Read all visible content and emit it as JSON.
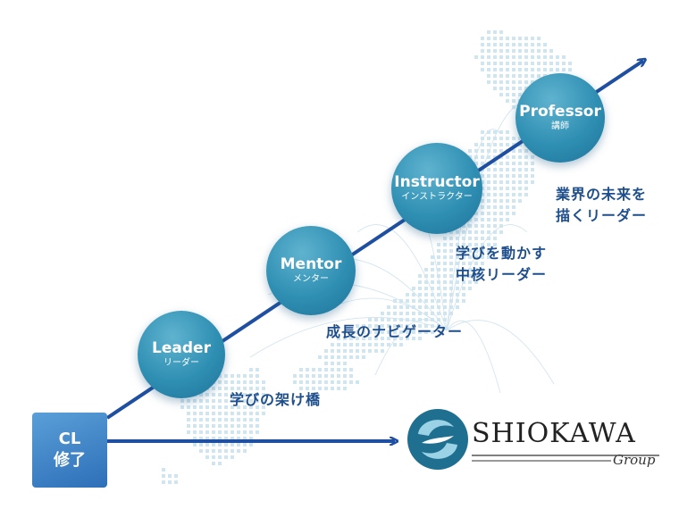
{
  "start_box": {
    "line1": "CL",
    "line2": "修了"
  },
  "stages": [
    {
      "en": "Leader",
      "jp": "リーダー"
    },
    {
      "en": "Mentor",
      "jp": "メンター"
    },
    {
      "en": "Instructor",
      "jp": "インストラクター"
    },
    {
      "en": "Professor",
      "jp": "講師"
    }
  ],
  "descriptions": [
    {
      "line1": "学びの架け橋"
    },
    {
      "line1": "成長のナビゲーター"
    },
    {
      "line1": "学びを動かす",
      "line2": "中核リーダー"
    },
    {
      "line1": "業界の未来を",
      "line2": "描くリーダー"
    }
  ],
  "logo": {
    "name": "SHIOKAWA",
    "sub": "Group"
  },
  "colors": {
    "arrow": "#1f4fa0",
    "circle": "#2f8fb3",
    "text": "#1e4f8c",
    "map_dots": "#cfe6f0"
  }
}
